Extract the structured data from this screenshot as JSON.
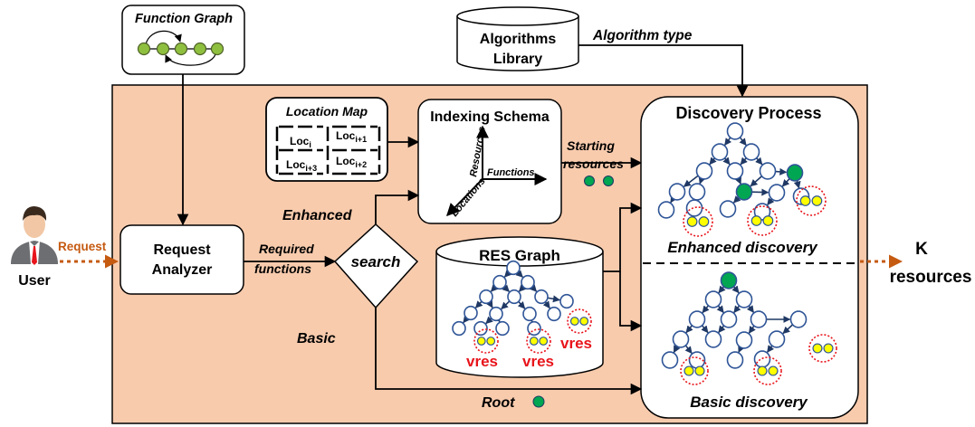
{
  "function_graph": {
    "title": "Function Graph"
  },
  "algorithms_library": {
    "line1": "Algorithms",
    "line2": "Library"
  },
  "algorithm_type_label": "Algorithm type",
  "location_map": {
    "title": "Location Map",
    "cells": {
      "loc_i": {
        "base": "Loc",
        "sub": "i"
      },
      "loc_i1": {
        "base": "Loc",
        "sub": "i+1"
      },
      "loc_i3": {
        "base": "Loc",
        "sub": "i+3"
      },
      "loc_i2": {
        "base": "Loc",
        "sub": "i+2"
      }
    }
  },
  "indexing_schema": {
    "title": "Indexing Schema",
    "axis_resources": "Resources",
    "axis_functions": "Functions",
    "axis_locations": "Locations"
  },
  "starting_resources": {
    "line1": "Starting",
    "line2": "resources"
  },
  "discovery_process": {
    "title": "Discovery Process",
    "enhanced": "Enhanced  discovery",
    "basic": "Basic discovery"
  },
  "user": {
    "label": "User",
    "request": "Request"
  },
  "request_analyzer": {
    "line1": "Request",
    "line2": "Analyzer"
  },
  "required_functions": {
    "line1": "Required",
    "line2": "functions"
  },
  "search": {
    "label": "search",
    "enhanced": "Enhanced",
    "basic": "Basic"
  },
  "res_graph": {
    "title": "RES Graph",
    "vres": "vres"
  },
  "root_label": "Root",
  "output": {
    "line1": "K",
    "line2": "resources"
  },
  "colors": {
    "panel_fill": "#f8cbad",
    "node_fill": "#ffffff",
    "node_stroke": "#2f5597",
    "edge": "#1f3864",
    "green_node": "#00a651",
    "vres_dot": "#ffff00",
    "vres_ring": "#e8141b",
    "request_arrow": "#c55a11",
    "vres_text": "#e8141b"
  }
}
